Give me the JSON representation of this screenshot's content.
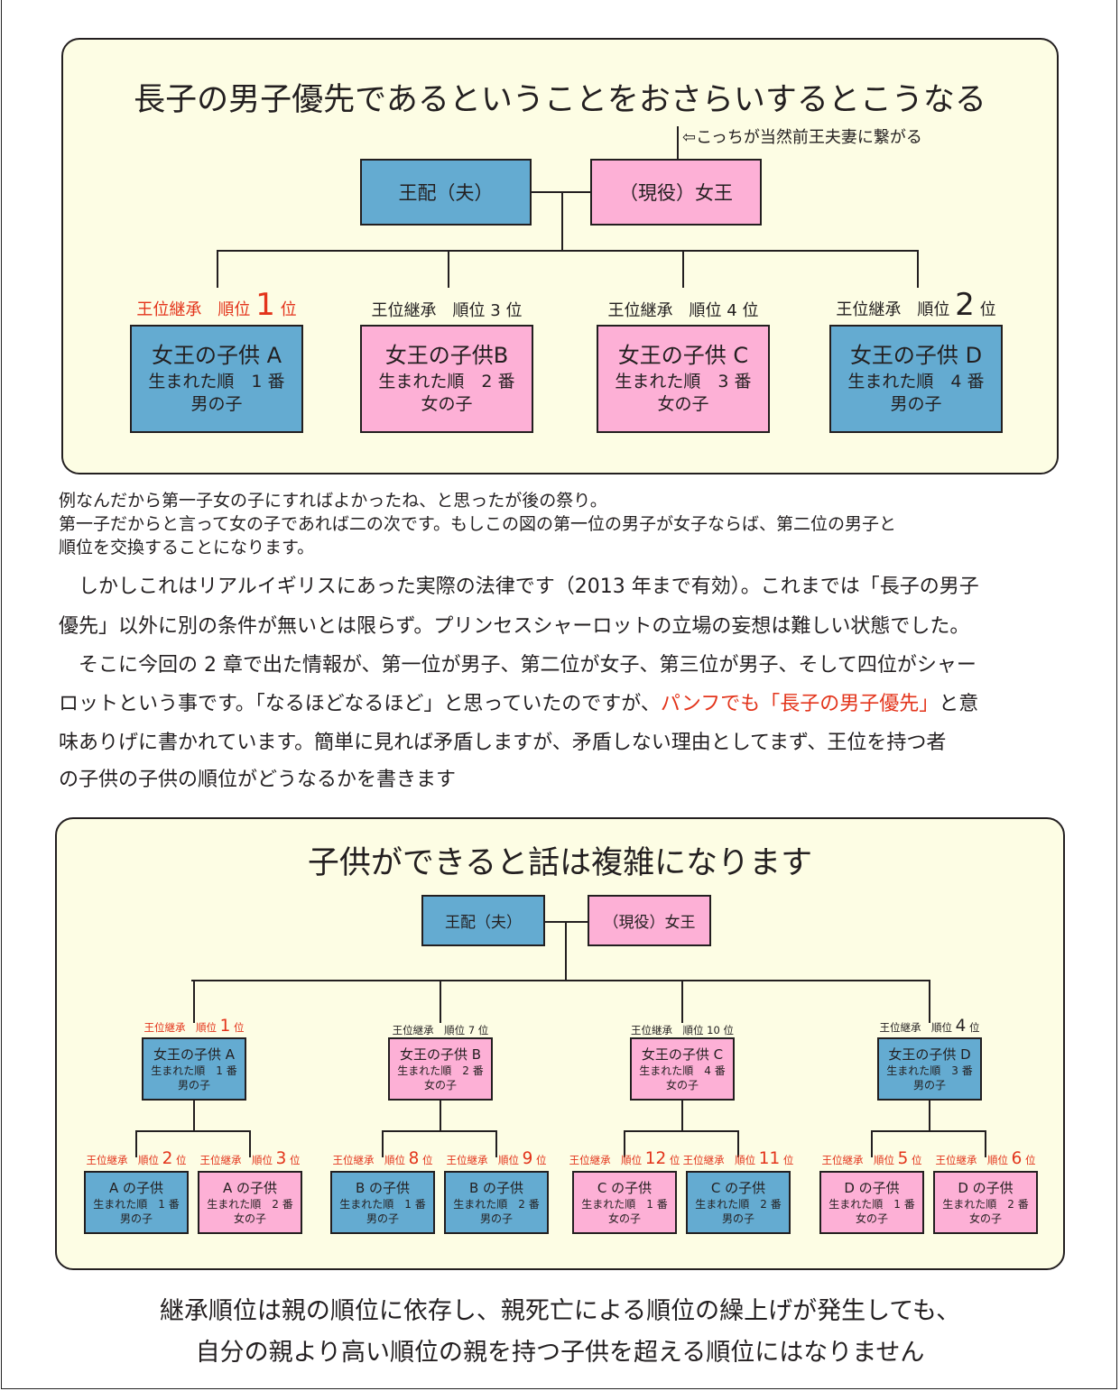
{
  "panel1": {
    "title": "長子の男子優先であるということをおさらいするとこうなる",
    "annotation": "⇦こっちが当然前王夫妻に繋がる",
    "spouse": "王配（夫）",
    "queen": "（現役）女王",
    "rank_prefix": "王位継承　順位",
    "rank_suffix": "位",
    "children": [
      {
        "name": "女王の子供 A",
        "birth": "生まれた順　1 番",
        "sex": "男の子",
        "rank": "1",
        "color": "blue",
        "highlight": true
      },
      {
        "name": "女王の子供B",
        "birth": "生まれた順　2 番",
        "sex": "女の子",
        "rank": "3",
        "color": "pink",
        "highlight": false
      },
      {
        "name": "女王の子供 C",
        "birth": "生まれた順　3 番",
        "sex": "女の子",
        "rank": "4",
        "color": "pink",
        "highlight": false
      },
      {
        "name": "女王の子供 D",
        "birth": "生まれた順　4 番",
        "sex": "男の子",
        "rank": "2",
        "color": "blue",
        "highlight": false
      }
    ]
  },
  "text": {
    "line1": "例なんだから第一子女の子にすればよかったね、と思ったが後の祭り。",
    "line2": "第一子だからと言って女の子であれば二の次です。もしこの図の第一位の男子が女子ならば、第二位の男子と",
    "line3": "順位を交換することになります。",
    "line4": "　しかしこれはリアルイギリスにあった実際の法律です（2013 年まで有効）。これまでは「長子の男子",
    "line5": "優先」以外に別の条件が無いとは限らず。プリンセスシャーロットの立場の妄想は難しい状態でした。",
    "line6": "　そこに今回の 2 章で出た情報が、第一位が男子、第二位が女子、第三位が男子、そして四位がシャー",
    "line7a": "ロットという事です。「なるほどなるほど」と思っていたのですが、",
    "line7b": "パンフでも「長子の男子優先」",
    "line7c": "と意",
    "line8": "味ありげに書かれています。簡単に見れば矛盾しますが、矛盾しない理由としてまず、王位を持つ者",
    "line9": "の子供の子供の順位がどうなるかを書きます"
  },
  "panel2": {
    "title": "子供ができると話は複雑になります",
    "spouse": "王配（夫）",
    "queen": "（現役）女王",
    "rank_prefix": "王位継承　順位",
    "rank_suffix": "位",
    "children": [
      {
        "name": "女王の子供 A",
        "birth": "生まれた順　1 番",
        "sex": "男の子",
        "rank": "1",
        "color": "blue",
        "highlight": true,
        "kids": [
          {
            "name": "A の子供",
            "birth": "生まれた順　1 番",
            "sex": "男の子",
            "rank": "2",
            "color": "blue"
          },
          {
            "name": "A の子供",
            "birth": "生まれた順　2 番",
            "sex": "女の子",
            "rank": "3",
            "color": "pink"
          }
        ]
      },
      {
        "name": "女王の子供 B",
        "birth": "生まれた順　2 番",
        "sex": "女の子",
        "rank": "7",
        "color": "pink",
        "highlight": false,
        "kids": [
          {
            "name": "B の子供",
            "birth": "生まれた順　1 番",
            "sex": "男の子",
            "rank": "8",
            "color": "blue"
          },
          {
            "name": "B の子供",
            "birth": "生まれた順　2 番",
            "sex": "男の子",
            "rank": "9",
            "color": "blue"
          }
        ]
      },
      {
        "name": "女王の子供 C",
        "birth": "生まれた順　4 番",
        "sex": "女の子",
        "rank": "10",
        "color": "pink",
        "highlight": false,
        "kids": [
          {
            "name": "C の子供",
            "birth": "生まれた順　1 番",
            "sex": "女の子",
            "rank": "12",
            "color": "pink"
          },
          {
            "name": "C の子供",
            "birth": "生まれた順　2 番",
            "sex": "男の子",
            "rank": "11",
            "color": "blue"
          }
        ]
      },
      {
        "name": "女王の子供 D",
        "birth": "生まれた順　3 番",
        "sex": "男の子",
        "rank": "4",
        "color": "blue",
        "highlight": false,
        "kids": [
          {
            "name": "D の子供",
            "birth": "生まれた順　1 番",
            "sex": "女の子",
            "rank": "5",
            "color": "pink"
          },
          {
            "name": "D の子供",
            "birth": "生まれた順　2 番",
            "sex": "女の子",
            "rank": "6",
            "color": "pink"
          }
        ]
      }
    ]
  },
  "conclusion": {
    "line1": "継承順位は親の順位に依存し、親死亡による順位の繰上げが発生しても、",
    "line2": "自分の親より高い順位の親を持つ子供を超える順位にはなりません"
  },
  "colors": {
    "male": "#64abd1",
    "female": "#fdb0d6",
    "panel": "#fdfde4",
    "accent": "#e3341b"
  }
}
